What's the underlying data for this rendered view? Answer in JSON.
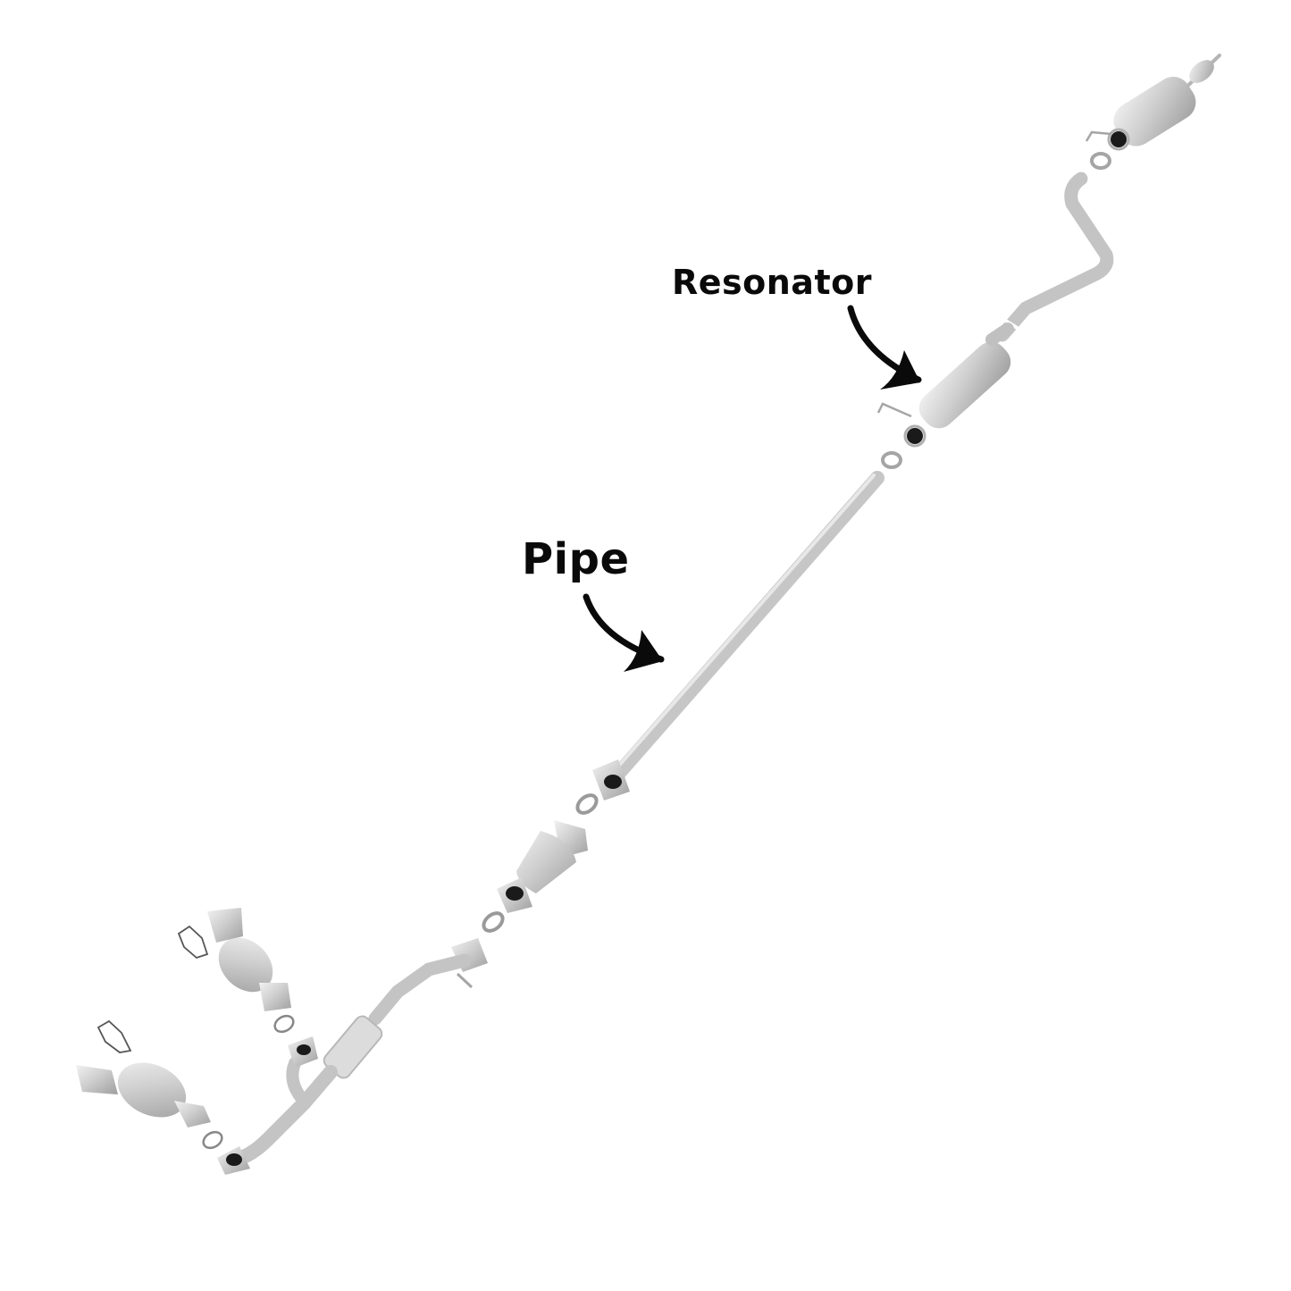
{
  "diagram": {
    "title": "Exhaust system exploded view",
    "background": "#ffffff",
    "metal_color": "#c9c9c9",
    "annotation_color": "#0a0a0a",
    "labels": [
      {
        "id": "resonator",
        "text": "Resonator"
      },
      {
        "id": "pipe",
        "text": "Pipe"
      }
    ],
    "components": [
      "muffler",
      "tailpipe-clamp",
      "rear-bent-pipe",
      "resonator",
      "resonator-clamp",
      "intermediate-pipe",
      "flange-gasket-upper",
      "catalytic-converter",
      "flange-gasket-lower",
      "front-y-pipe-with-flex",
      "manifold-converter-rear",
      "manifold-converter-front",
      "manifold-gasket-rear",
      "manifold-gasket-front",
      "o-ring-rear",
      "o-ring-front"
    ]
  },
  "labels": {
    "resonator": "Resonator",
    "pipe": "Pipe"
  }
}
